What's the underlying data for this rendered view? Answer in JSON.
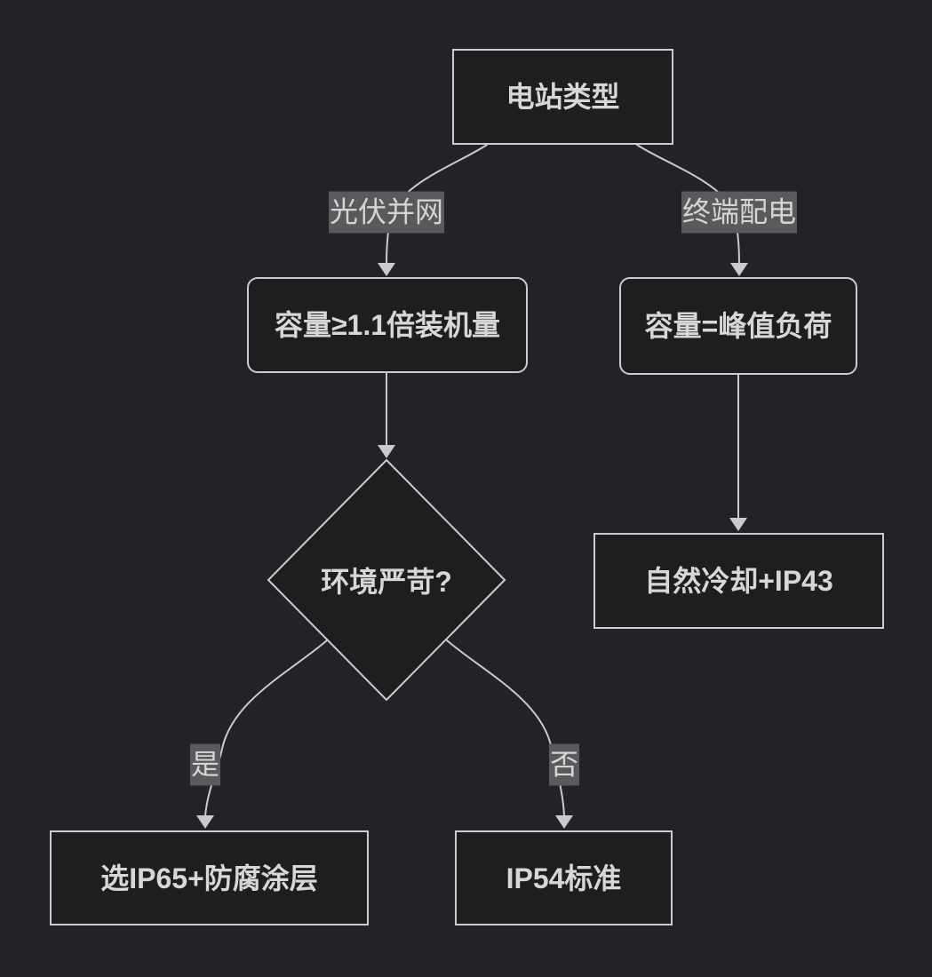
{
  "diagram": {
    "type": "flowchart",
    "direction": "top-down",
    "colors": {
      "background": "#222326",
      "node_fill": "#1e1e20",
      "node_border": "#cccccc",
      "text": "#d6d7d8",
      "line": "#c9cacc",
      "edge_label_bg": "#595a5c",
      "edge_label_text": "#d4d5d6"
    },
    "nodes": [
      {
        "label": "电站类型",
        "shape": "rectangle"
      },
      {
        "label": "容量≥1.1倍装机量",
        "shape": "rounded"
      },
      {
        "label": "容量=峰值负荷",
        "shape": "rounded"
      },
      {
        "label": "环境严苛?",
        "shape": "diamond"
      },
      {
        "label": "自然冷却+IP43",
        "shape": "rectangle"
      },
      {
        "label": "选IP65+防腐涂层",
        "shape": "rectangle"
      },
      {
        "label": "IP54标准",
        "shape": "rectangle"
      }
    ],
    "edges": [
      {
        "from": "电站类型",
        "to": "容量≥1.1倍装机量",
        "label": "光伏并网"
      },
      {
        "from": "电站类型",
        "to": "容量=峰值负荷",
        "label": "终端配电"
      },
      {
        "from": "容量≥1.1倍装机量",
        "to": "环境严苛?",
        "label": ""
      },
      {
        "from": "容量=峰值负荷",
        "to": "自然冷却+IP43",
        "label": ""
      },
      {
        "from": "环境严苛?",
        "to": "选IP65+防腐涂层",
        "label": "是"
      },
      {
        "from": "环境严苛?",
        "to": "IP54标准",
        "label": "否"
      }
    ]
  }
}
